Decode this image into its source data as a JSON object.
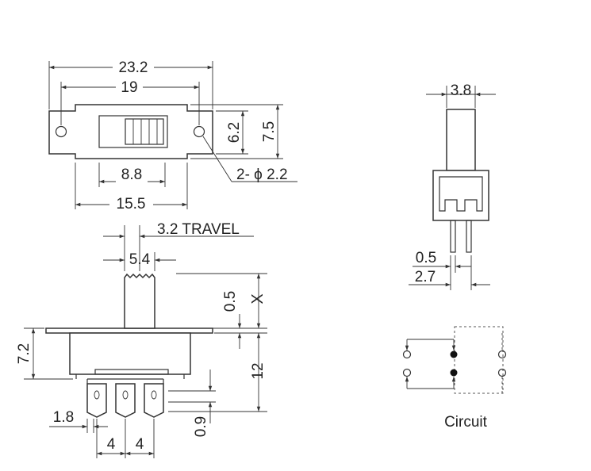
{
  "top_view": {
    "overall_width": "23.2",
    "hole_spacing": "19",
    "body_height": "6.2",
    "overall_height": "7.5",
    "holes": "2- ϕ 2.2",
    "slot_width": "8.8",
    "body_width": "15.5"
  },
  "side_view": {
    "travel": "3.2 TRAVEL",
    "actuator_width": "5.4",
    "actuator_offset": "0.5",
    "actuator_height": "X",
    "body_height": "7.2",
    "total_height": "12",
    "pin_margin": "1.8",
    "pin_pitch_1": "4",
    "pin_pitch_2": "4",
    "pin_thickness": "0.9"
  },
  "end_view": {
    "width": "3.8",
    "pin_thickness": "0.5",
    "pin_spacing": "2.7"
  },
  "circuit": {
    "label": "Circuit"
  }
}
